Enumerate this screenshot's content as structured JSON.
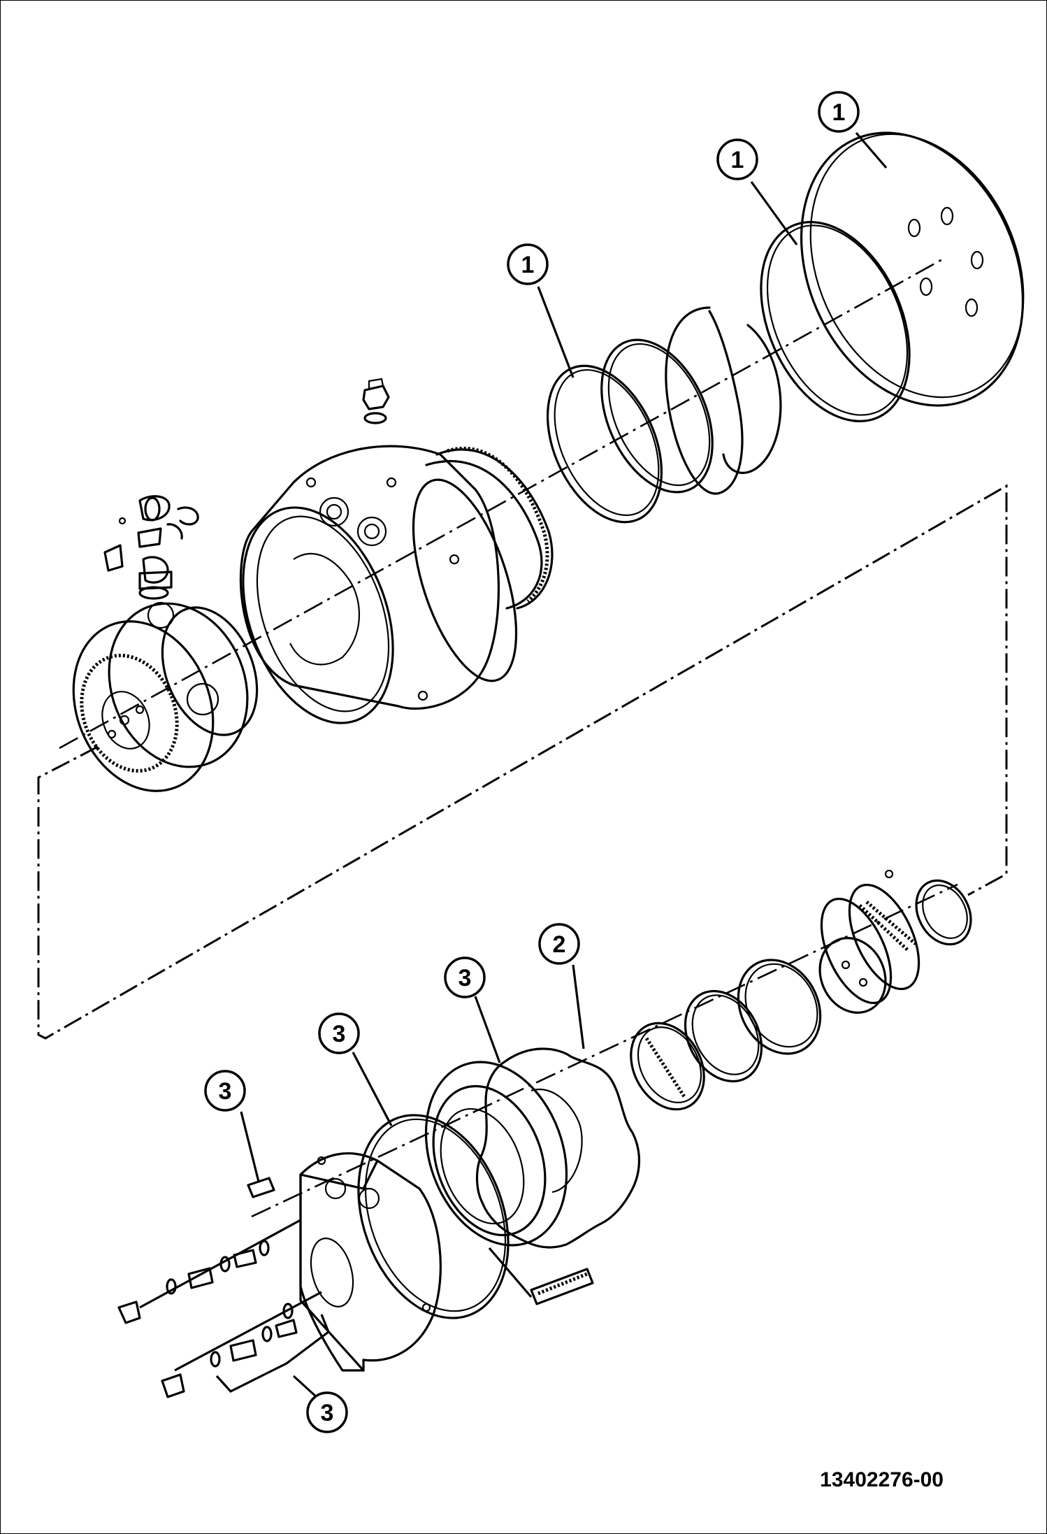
{
  "callouts": [
    {
      "id": "c1a",
      "label": "1"
    },
    {
      "id": "c1b",
      "label": "1"
    },
    {
      "id": "c1c",
      "label": "1"
    },
    {
      "id": "c2",
      "label": "2"
    },
    {
      "id": "c3a",
      "label": "3"
    },
    {
      "id": "c3b",
      "label": "3"
    },
    {
      "id": "c3c",
      "label": "3"
    },
    {
      "id": "c3d",
      "label": "3"
    }
  ],
  "document_number": "13402276-00"
}
